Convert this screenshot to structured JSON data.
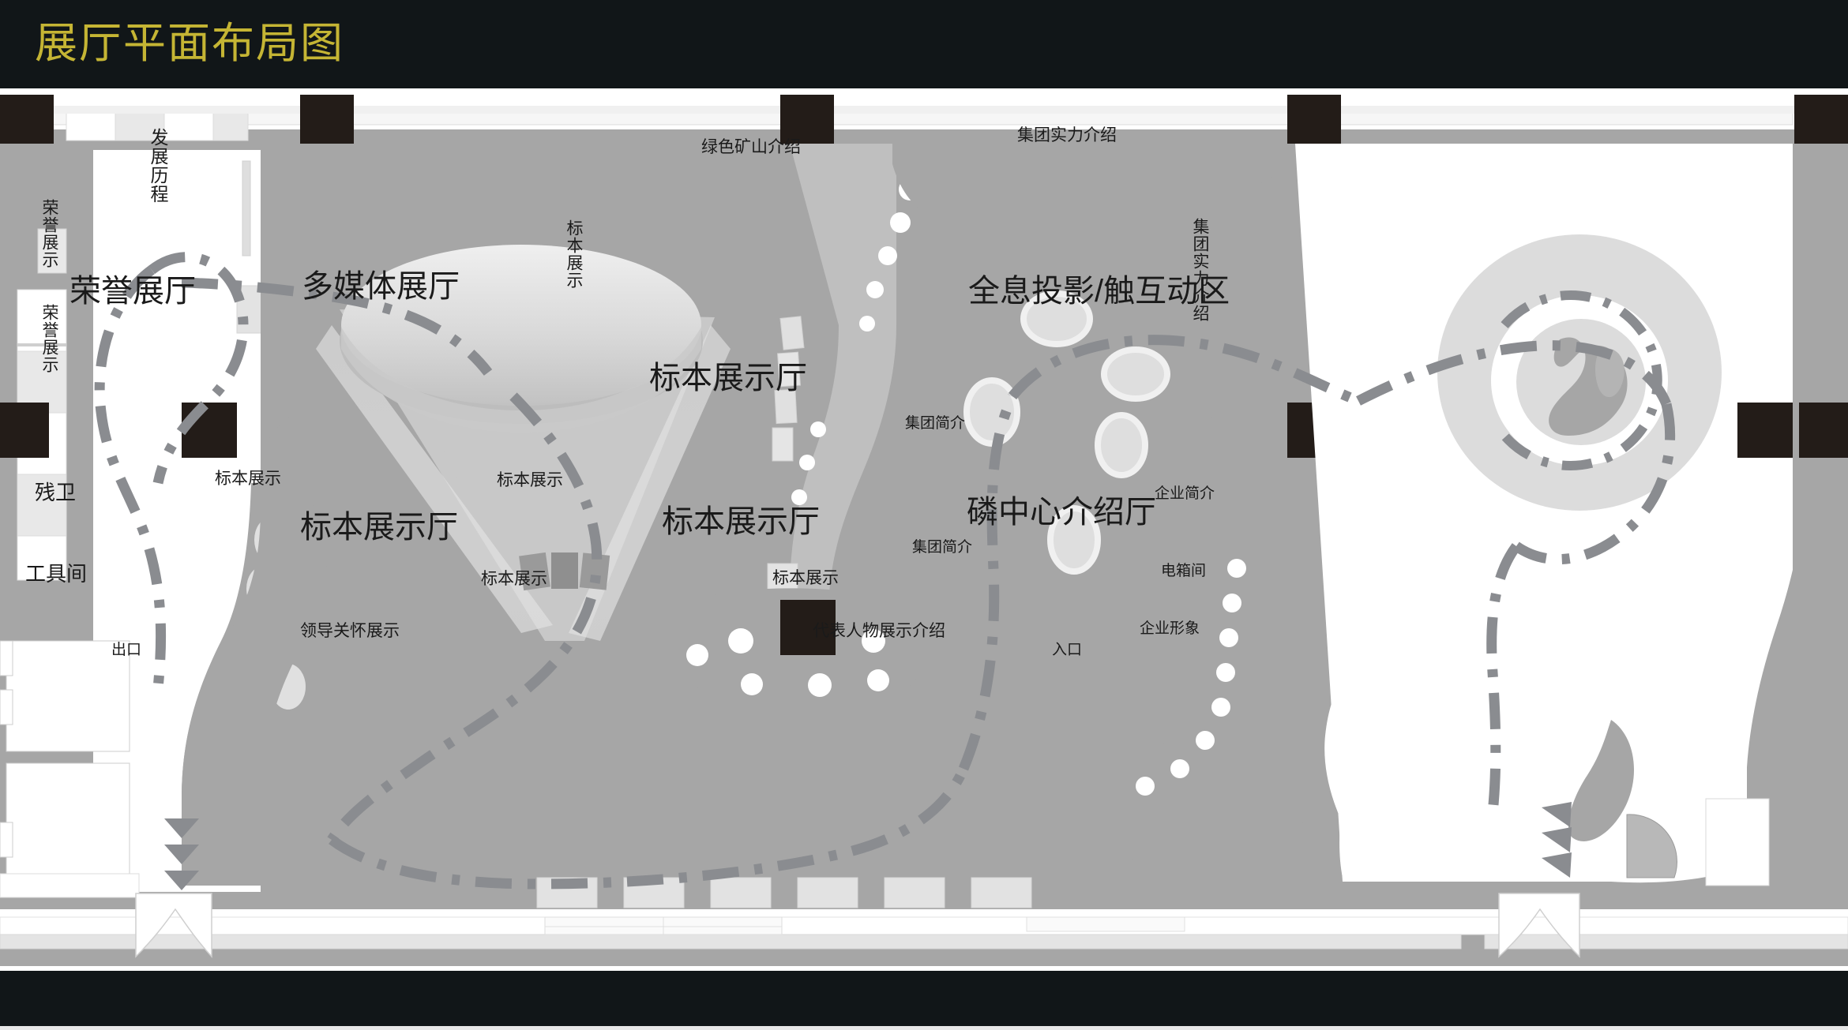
{
  "header": {
    "title": "展厅平面布局图",
    "title_color": "#c5b534",
    "background_color": "#111618"
  },
  "palette": {
    "wall_fill": "#a6a6a6",
    "floor_white": "#ffffff",
    "shelf_light": "#e3e3e3",
    "route_dash": "#8a8c90",
    "pillar_dark": "#231c18",
    "text": "#1a1a1a"
  },
  "plan": {
    "zones": [
      {
        "id": "honor-hall",
        "label": "荣誉展厅",
        "size": "big"
      },
      {
        "id": "multimedia-hall",
        "label": "多媒体展厅",
        "size": "big"
      },
      {
        "id": "specimen-hall-left",
        "label": "标本展示厅",
        "size": "big"
      },
      {
        "id": "specimen-hall-mid",
        "label": "标本展示厅",
        "size": "big"
      },
      {
        "id": "specimen-hall-right",
        "label": "标本展示厅",
        "size": "big"
      },
      {
        "id": "holo-zone",
        "label": "全息投影/触互动区",
        "size": "big"
      },
      {
        "id": "phos-center-hall",
        "label": "磷中心介绍厅",
        "size": "big"
      }
    ],
    "rooms": [
      {
        "id": "accessible-wc",
        "label": "残卫"
      },
      {
        "id": "tool-room",
        "label": "工具间"
      }
    ],
    "wall_labels": [
      {
        "id": "development-history",
        "label": "发展历程",
        "orient": "vertical"
      },
      {
        "id": "honor-display-1",
        "label": "荣誉展示",
        "orient": "vertical"
      },
      {
        "id": "honor-display-2",
        "label": "荣誉展示",
        "orient": "vertical"
      },
      {
        "id": "specimen-display-v",
        "label": "标本展示",
        "orient": "vertical"
      },
      {
        "id": "green-mine-intro",
        "label": "绿色矿山介绍",
        "orient": "horizontal"
      },
      {
        "id": "group-strength-top",
        "label": "集团实力介绍",
        "orient": "horizontal"
      },
      {
        "id": "group-strength-side",
        "label": "集团实力介绍",
        "orient": "vertical"
      },
      {
        "id": "specimen-display-1",
        "label": "标本展示",
        "orient": "horizontal"
      },
      {
        "id": "specimen-display-2",
        "label": "标本展示",
        "orient": "horizontal"
      },
      {
        "id": "specimen-display-3",
        "label": "标本展示",
        "orient": "horizontal"
      },
      {
        "id": "specimen-display-4",
        "label": "标本展示",
        "orient": "horizontal"
      },
      {
        "id": "group-profile-1",
        "label": "集团简介",
        "orient": "horizontal"
      },
      {
        "id": "group-profile-2",
        "label": "集团简介",
        "orient": "horizontal"
      },
      {
        "id": "enterprise-profile",
        "label": "企业简介",
        "orient": "horizontal"
      },
      {
        "id": "electrical-room",
        "label": "电箱间",
        "orient": "horizontal"
      },
      {
        "id": "enterprise-image",
        "label": "企业形象",
        "orient": "horizontal"
      },
      {
        "id": "leader-care",
        "label": "领导关怀展示",
        "orient": "horizontal"
      },
      {
        "id": "representative",
        "label": "代表人物展示介绍",
        "orient": "horizontal"
      }
    ],
    "doors": [
      {
        "id": "exit",
        "label": "出口"
      },
      {
        "id": "entrance",
        "label": "入口"
      }
    ]
  }
}
